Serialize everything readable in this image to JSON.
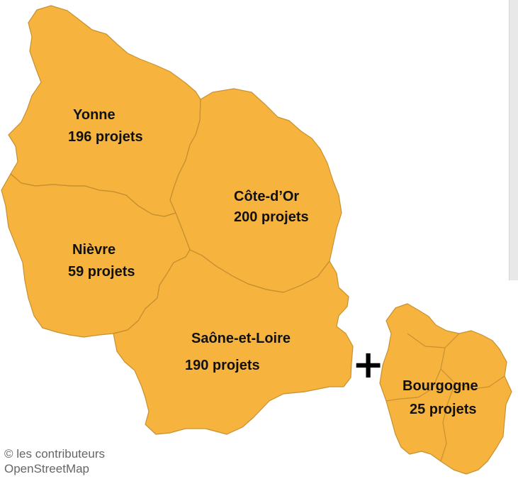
{
  "colors": {
    "region_fill": "#f6b43f",
    "border": "#c9902f",
    "label": "#111111"
  },
  "departments": [
    {
      "name": "Yonne",
      "count": "196 projets"
    },
    {
      "name": "Côte-d’Or",
      "count": "200 projets"
    },
    {
      "name": "Nièvre",
      "count": "59 projets"
    },
    {
      "name": "Saône-et-Loire",
      "count": "190 projets"
    }
  ],
  "region": {
    "symbol": "+",
    "name": "Bourgogne",
    "count": "25 projets"
  },
  "attribution": {
    "line1": "© les contributeurs",
    "line2": "OpenStreetMap"
  }
}
